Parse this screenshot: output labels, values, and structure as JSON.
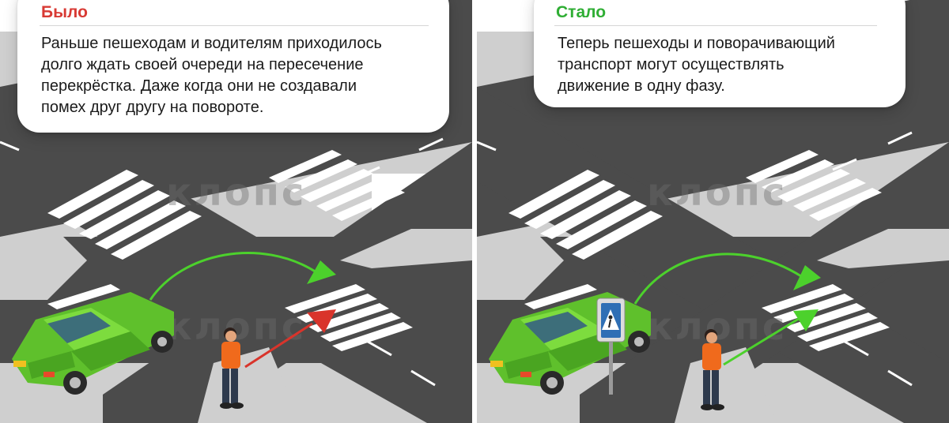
{
  "panels": {
    "before": {
      "heading": "Было",
      "text": "Раньше пешеходам и водителям приходилось\nдолго ждать своей очереди на пересечение\nперекрёстка. Даже когда они не создавали\nпомех друг другу на повороте.",
      "heading_color": "#d83a34",
      "pedestrian_arrow_color": "#d9342b"
    },
    "after": {
      "heading": "Стало",
      "text": "Теперь пешеходы и поворачивающий\nтранспорт могут осуществлять\nдвижение в одну фазу.",
      "heading_color": "#2fae34",
      "pedestrian_arrow_color": "#4cd12c"
    }
  },
  "watermark": "клопс",
  "colors": {
    "road": "#4b4b4b",
    "sidewalk": "#cfcfcf",
    "car": "#5fc02c",
    "turn_arrow": "#4cd12c",
    "shirt": "#f06a1c",
    "trousers": "#2e3a4d"
  },
  "icons": {
    "sign": "pedestrian-crossing-sign-icon"
  }
}
